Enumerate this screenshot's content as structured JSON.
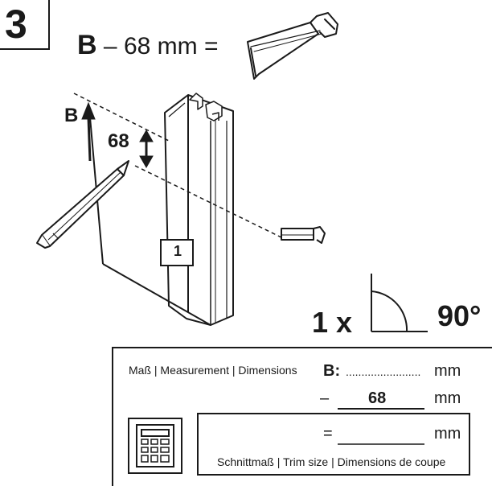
{
  "step": {
    "number": "3"
  },
  "formula": {
    "var": "B",
    "dash": "–",
    "value": "68",
    "unit": "mm",
    "equals": "="
  },
  "diagram": {
    "b_label": "B",
    "dim_label": "68",
    "part_label": "1",
    "count": "1 x",
    "angle": "90°"
  },
  "worksheet": {
    "label": "Maß | Measurement | Dimensions",
    "b_prefix": "B:",
    "dots": "........................",
    "unit": "mm",
    "minus": "–",
    "subtract": "68",
    "equals": "=",
    "footer": "Schnittmaß | Trim size | Dimensions de coupe"
  },
  "icons": [
    "saw-icon",
    "pencil-icon",
    "angle-icon",
    "calculator-icon"
  ]
}
